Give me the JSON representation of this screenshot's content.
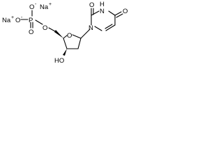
{
  "molecule": {
    "atoms": {
      "o_carbonyl_upper": "O",
      "n_imide": "N",
      "h_imide": "H",
      "o_carbonyl_right": "O",
      "n_ring": "N",
      "o_ring": "O",
      "o_hydroxyl": "HO",
      "o_ester": "O",
      "p": "P",
      "o_phosphoryl": "O",
      "o_na_left": "Na",
      "o_na_right": "Na",
      "o_left": "O",
      "o_right": "O",
      "o_double": "O"
    },
    "charges": {
      "na_left": "+",
      "na_right": "+",
      "o_left": "-",
      "o_right": "-"
    }
  },
  "colors": {
    "ink": "#000000",
    "background": "#ffffff"
  }
}
